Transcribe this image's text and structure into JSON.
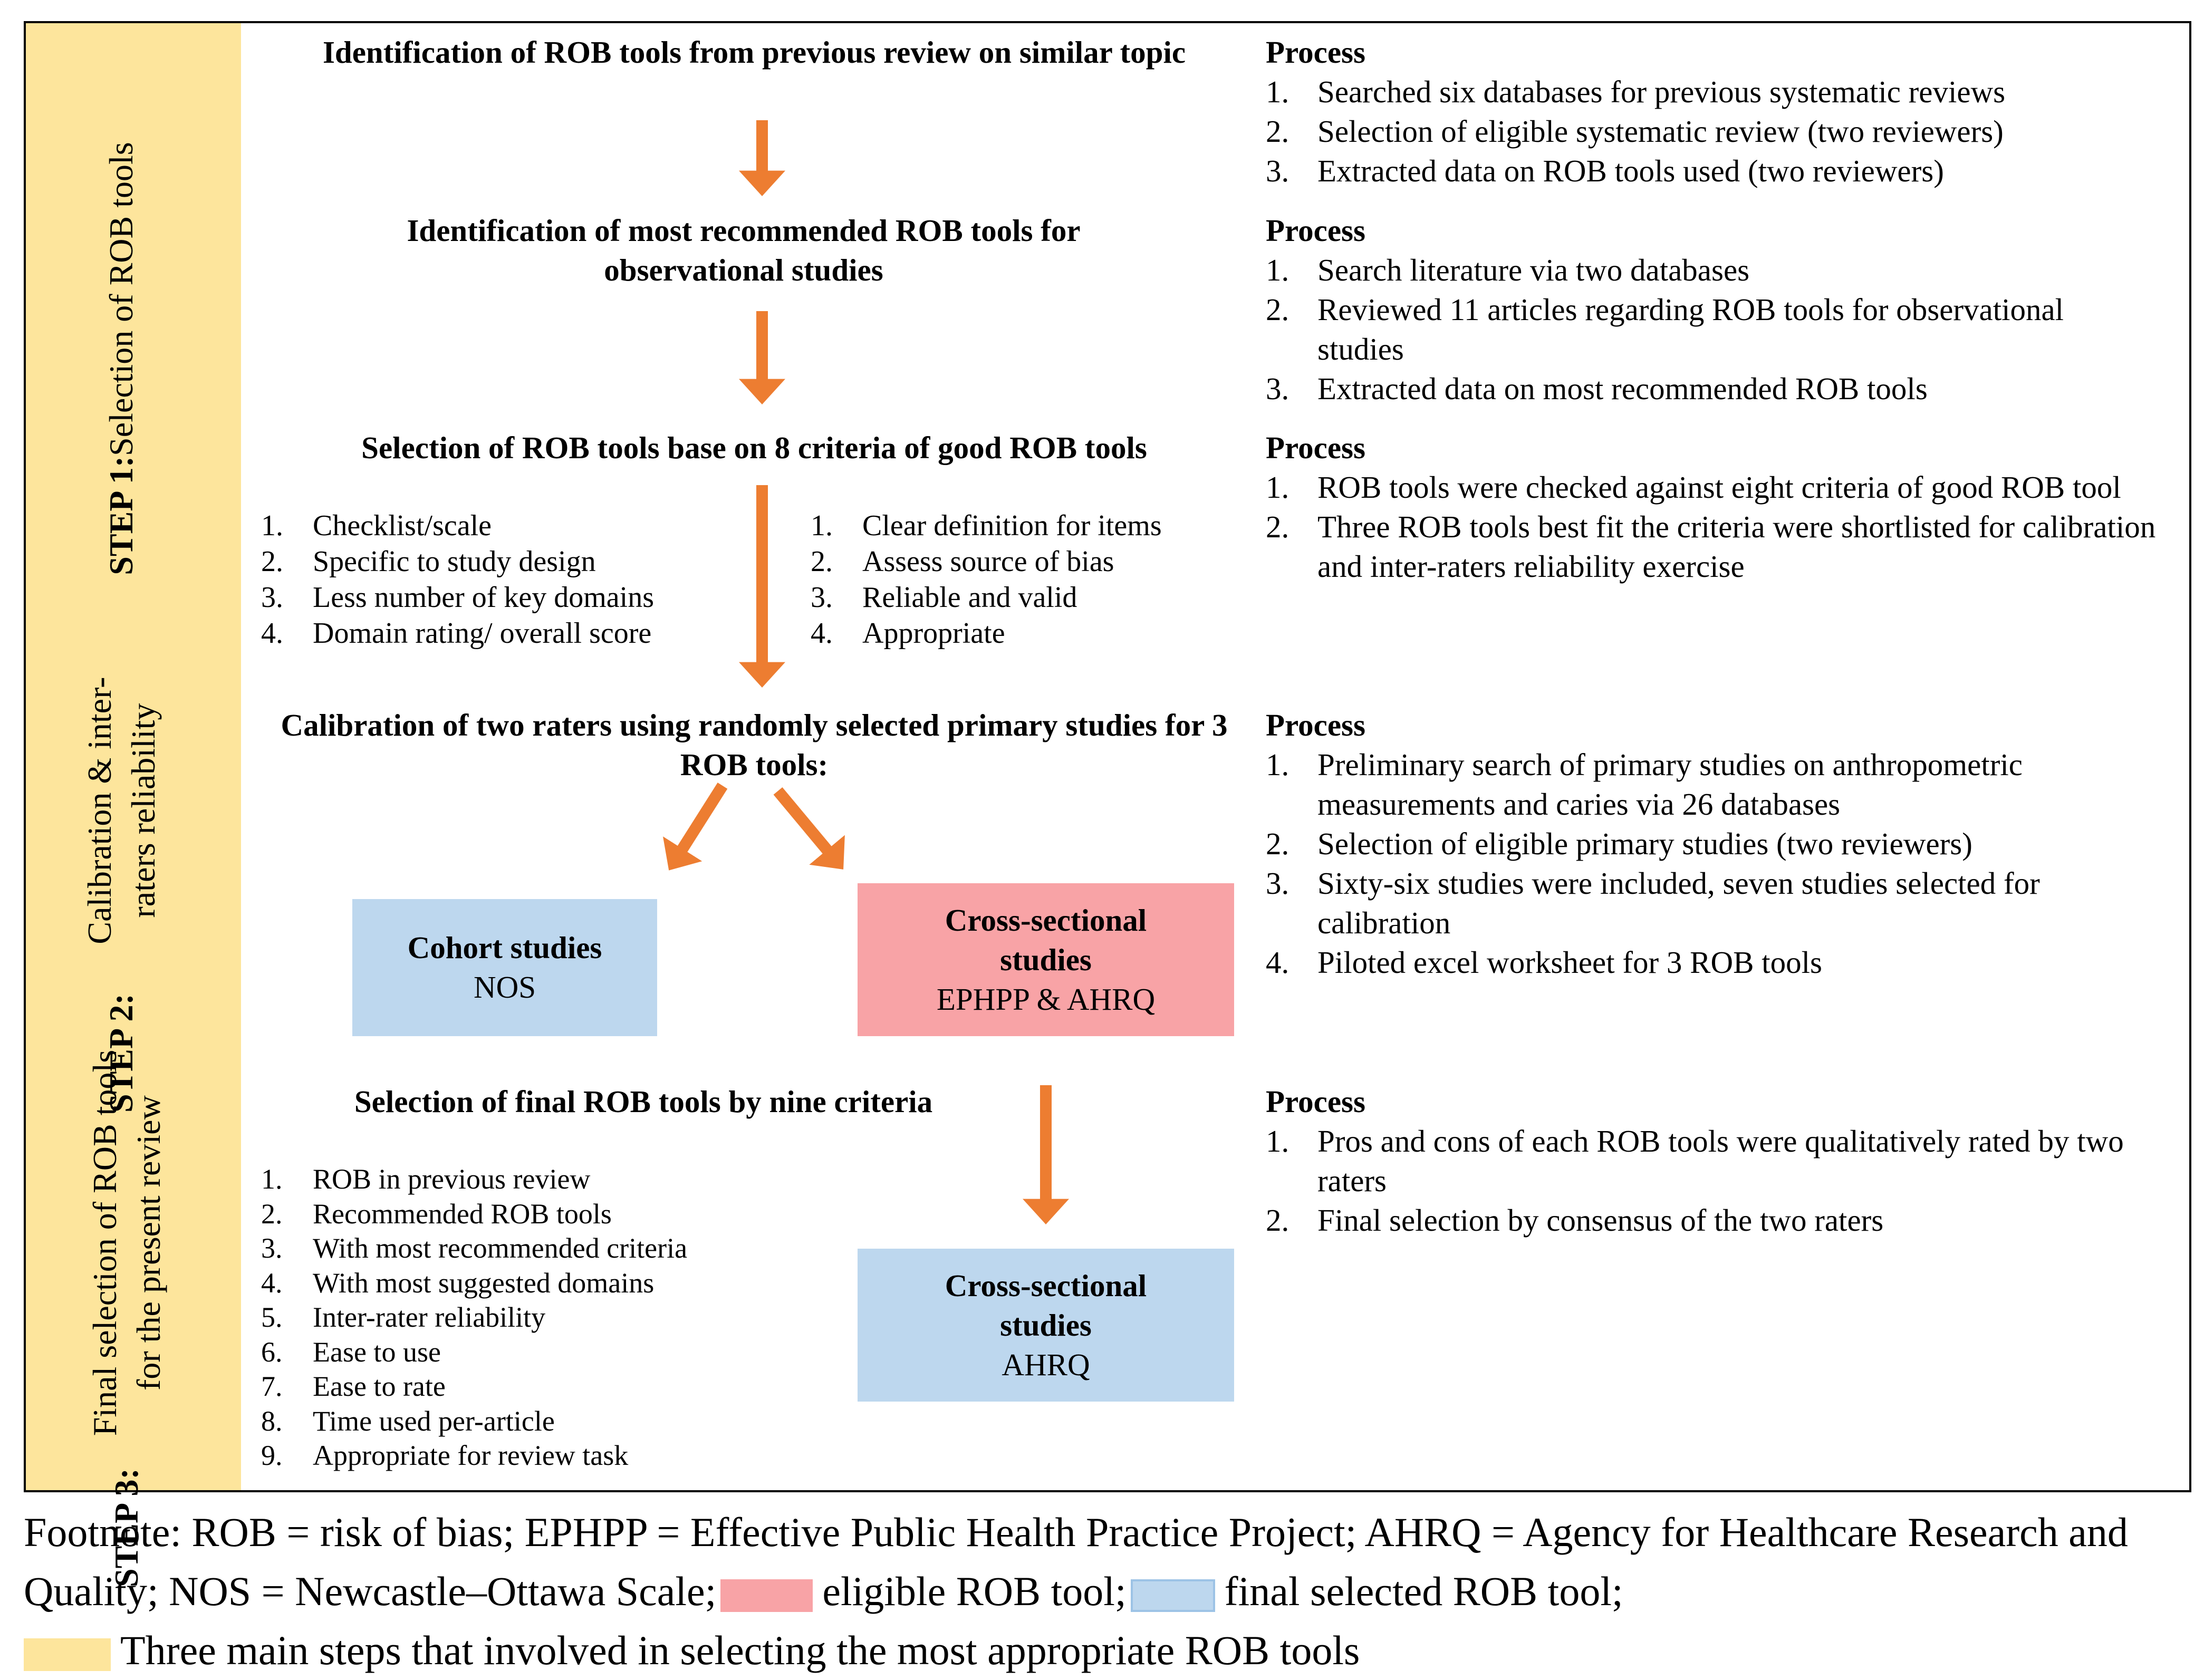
{
  "steps": [
    {
      "label": "STEP 1:",
      "desc": "Selection of ROB tools"
    },
    {
      "label": "STEP 2:",
      "desc": "Calibration & inter-raters reliability"
    },
    {
      "label": "STEP 3:",
      "desc": "Final selection of ROB tools for the present review"
    }
  ],
  "headings": {
    "h1": "Identification of ROB tools from previous review on similar topic",
    "h2": "Identification of most recommended ROB tools for observational studies",
    "h3": "Selection of ROB tools base on 8 criteria of good ROB tools",
    "h4": "Calibration of two raters using randomly selected primary studies for 3 ROB tools:",
    "h5": "Selection of final ROB tools by nine criteria"
  },
  "criteria_left": [
    "Checklist/scale",
    "Specific to study design",
    "Less number of key domains",
    "Domain rating/ overall score"
  ],
  "criteria_right": [
    "Clear definition for items",
    "Assess source of bias",
    "Reliable and valid",
    "Appropriate"
  ],
  "final_criteria": [
    "ROB in previous review",
    "Recommended ROB tools",
    "With most recommended criteria",
    "With most suggested domains",
    "Inter-rater reliability",
    "Ease to use",
    "Ease to rate",
    "Time used per-article",
    "Appropriate for review task"
  ],
  "boxes": {
    "cohort": {
      "title": "Cohort studies",
      "sub": "NOS"
    },
    "cross1": {
      "title": "Cross-sectional studies",
      "sub": "EPHPP & AHRQ"
    },
    "cross2": {
      "title": "Cross-sectional studies",
      "sub": "AHRQ"
    }
  },
  "process_title": "Process",
  "processes": [
    [
      "Searched six databases for previous systematic reviews",
      "Selection of eligible systematic review  (two reviewers)",
      "Extracted data on ROB tools used (two reviewers)"
    ],
    [
      "Search literature via two databases",
      "Reviewed 11 articles regarding ROB tools for observational studies",
      "Extracted data on most recommended ROB tools"
    ],
    [
      "ROB tools were checked against eight criteria of good ROB tool",
      "Three ROB tools best fit the criteria were shortlisted for calibration and inter-raters reliability exercise"
    ],
    [
      "Preliminary search of primary studies on anthropometric measurements and caries via 26 databases",
      "Selection of eligible primary studies (two reviewers)",
      "Sixty-six studies were included, seven studies selected for calibration",
      "Piloted excel worksheet for 3 ROB tools"
    ],
    [
      "Pros and cons of each ROB tools were qualitatively rated by two raters",
      "Final selection by consensus of the two raters"
    ]
  ],
  "footnote": {
    "text1": "Footnote: ROB = risk of bias; EPHPP = Effective Public Health Practice Project; AHRQ = Agency for Healthcare Research and Quality; NOS = Newcastle–Ottawa Scale;",
    "pink_label": "eligible ROB tool;",
    "blue_label": "final selected ROB tool;",
    "yellow_label": "Three main steps that involved in selecting the most appropriate ROB tools"
  },
  "colors": {
    "step_band": "#fde59c",
    "blue_box": "#bdd7ee",
    "pink_box": "#f8a3a6",
    "arrow": "#ed7d31"
  }
}
